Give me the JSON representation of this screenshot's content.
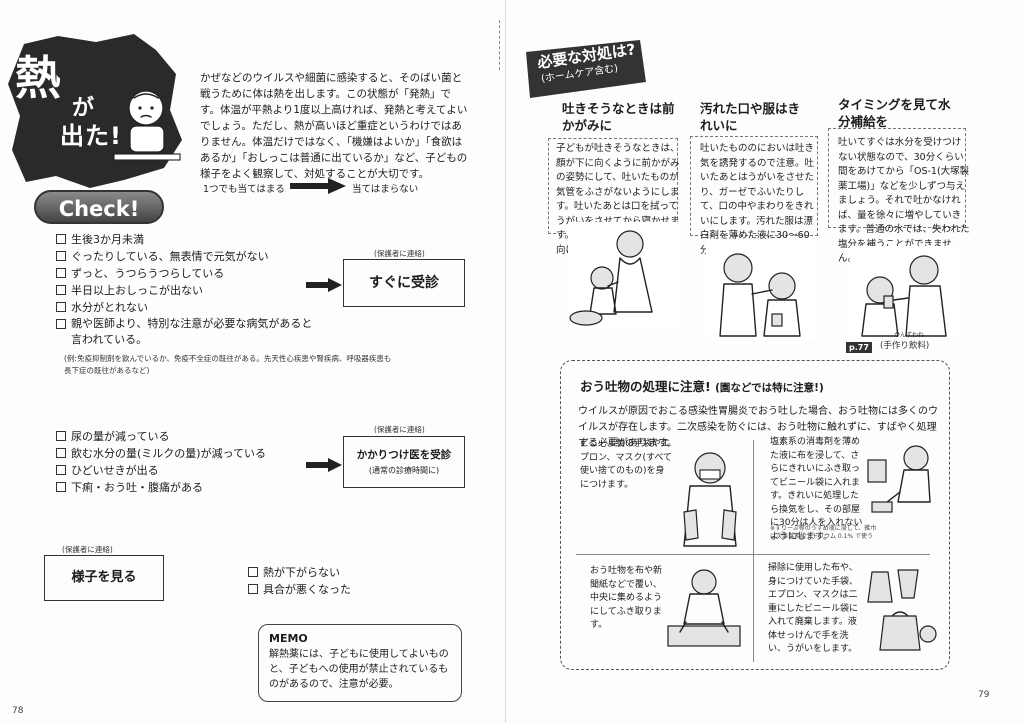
{
  "left": {
    "title": {
      "main": "熱",
      "ga": "が",
      "deta": "出た!"
    },
    "intro": "かぜなどのウイルスや細菌に感染すると、そのばい菌と戦うために体は熱を出します。この状態が「発熱」です。体温が平熱より1度以上高ければ、発熱と考えてよいでしょう。ただし、熱が高いほど重症というわけではありません。体温だけではなく、「機嫌はよいか」「食欲はあるか」「おしっこは普通に出ているか」など、子どもの様子をよく観察して、対処することが大切です。",
    "legend": {
      "applies": "1つでも当てはまる",
      "not_applies": "当てはまらない"
    },
    "check_label": "Check!",
    "group1": {
      "items": [
        "生後3か月未満",
        "ぐったりしている、無表情で元気がない",
        "ずっと、うつらうつらしている",
        "半日以上おしっこが出ない",
        "水分がとれない",
        "親や医師より、特別な注意が必要な病気があると言われている。"
      ],
      "note": "(例:免疫抑制剤を飲んでいるか、免疫不全症の既往がある。先天性心疾患や腎疾病、呼吸器疾患も長下症の既往があるなど)",
      "guardian": "(保護者に連絡)",
      "action": "すぐに受診"
    },
    "group2": {
      "items": [
        "尿の量が減っている",
        "飲む水分の量(ミルクの量)が減っている",
        "ひどいせきが出る",
        "下痢・おう吐・腹痛がある"
      ],
      "guardian": "(保護者に連絡)",
      "action_main": "かかりつけ医を受診",
      "action_sub": "(通常の診療時間に)"
    },
    "group3": {
      "guardian": "(保護者に連絡)",
      "action": "様子を見る",
      "items": [
        "熱が下がらない",
        "具合が悪くなった"
      ]
    },
    "memo": {
      "title": "MEMO",
      "text": "解熱薬には、子どもに使用してよいものと、子どもへの使用が禁止されているものがあるので、注意が必要。"
    },
    "page_number": "78"
  },
  "right": {
    "banner": {
      "title": "必要な対処は?",
      "sub": "(ホームケア含む)"
    },
    "columns": [
      {
        "head": "吐きそうなときは前かがみに",
        "body": "子どもが吐きそうなときは、顔が下に向くように前かがみの姿勢にして、吐いたものが気管をふさがないようにします。吐いたあとは口を拭ってうがいをさせてから寝かせます。そのとき、体や顔を横に向けます。"
      },
      {
        "head": "汚れた口や服はきれいに",
        "body": "吐いたもののにおいは吐き気を誘発するので注意。吐いたあとはうがいをさせたり、ガーゼでふいたりして、口の中やまわりをきれいにします。汚れた服は漂白剤を薄めた液に30〜60分つけてから洗濯します。"
      },
      {
        "head": "タイミングを見て水分補給を",
        "body": "吐いてすぐは水分を受けつけない状態なので、30分くらい間をあけてから「OS-1(大塚製薬工場)」などを少しずつ与えましょう。それで吐かなければ、量を徐々に増やしていきます。普通の水では、失われた塩分を補うことができません。"
      }
    ],
    "reference": {
      "badge": "p.77",
      "ruby": "かんずわね",
      "text": "(手作り飲料)"
    },
    "vomit": {
      "title": "おう吐物の処理に注意!",
      "title_sub": "(園などでは特に注意!)",
      "intro": "ウイルスが原因でおこる感染性胃腸炎でおう吐した場合、おう吐物には多くのウイルスが存在します。二次感染を防ぐには、おう吐物に触れずに、すばやく処理する必要があります。",
      "steps": [
        "ビニール製の手袋やエプロン、マスク(すべて使い捨てのもの)を身につけます。",
        "塩素系の消毒剤を薄めた液に布を浸して、さらにきれいにふき取ってビニール袋に入れます。きれいに処理したら換気をし、その部屋に30分は人を入れないようにします。",
        "おう吐物を布や新聞紙などで覆い、中央に集めるようにしてふき取ります。",
        "掃除に使用した布や、身につけていた手袋、エプロン、マスクは二重にしたビニール袋に入れて廃棄します。液体せっけんで手を洗い、うがいをします。"
      ],
      "step2_note": "※すりーぷ等のうすめ液に浸して、雑巾は次亜塩素酸ナトリウム 0.1% で使う"
    },
    "page_number": "79"
  }
}
